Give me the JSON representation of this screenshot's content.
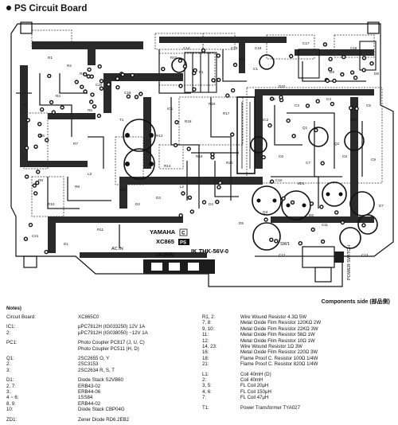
{
  "header": {
    "title": "PS Circuit Board"
  },
  "board": {
    "maker": "YAMAHA",
    "model": "XC865",
    "badge_c": "C",
    "badge_ps": "PS",
    "part_no": "IK THK-56V-0",
    "fuse_label": "2A  250V",
    "power_switch": "POWER SWITCH",
    "ac_label": "AC IN",
    "sw_label": "SW1",
    "labels": [
      "R1",
      "R2",
      "R3",
      "R4",
      "R5",
      "R6",
      "R7",
      "R8",
      "R9",
      "R10",
      "R11",
      "R12",
      "R13",
      "R14",
      "R15",
      "R16",
      "R17",
      "R18",
      "R19",
      "R20",
      "R21",
      "C1",
      "C2",
      "C3",
      "C4",
      "C5",
      "C6",
      "C7",
      "C8",
      "C9",
      "C10",
      "C11",
      "C12",
      "C13",
      "C14",
      "C15",
      "C16",
      "C17",
      "C18",
      "C19",
      "C20",
      "C21",
      "D1",
      "D2",
      "D3",
      "D4",
      "D5",
      "D6",
      "D7",
      "D8",
      "D9",
      "D10",
      "L1",
      "L2",
      "L3",
      "L4",
      "T1",
      "IC1",
      "IC2",
      "PC1",
      "Q1",
      "Q2",
      "Q3",
      "ZD1",
      "F1"
    ]
  },
  "components_side": "Components side (部品側)",
  "notes": {
    "heading": "Notes)",
    "left": [
      {
        "k": "Circuit Board:",
        "v": "XC865C0"
      },
      {
        "gap": true
      },
      {
        "k": "IC1:",
        "v": "μPC7812H (IG033250) 12V 1A"
      },
      {
        "k": "2:",
        "v": "μPC7912H (IG038050) −12V 1A"
      },
      {
        "gap": true
      },
      {
        "k": "PC1:",
        "v": "Photo Coupler PC817 (J, U, C)"
      },
      {
        "k": "",
        "v": "Photo Coupler PC511 (H, D)"
      },
      {
        "gap": true
      },
      {
        "k": "Q1:",
        "v": "2SC2655 O, Y"
      },
      {
        "k": "2:",
        "v": "2SC3153"
      },
      {
        "k": "3:",
        "v": "2SC2634 R, S, T"
      },
      {
        "gap": true
      },
      {
        "k": "D1:",
        "v": "Diode Stack S2VB60"
      },
      {
        "k": "2, 7:",
        "v": "ERB43-02"
      },
      {
        "k": "3:",
        "v": "ERB44-06"
      },
      {
        "k": "4 ~ 6:",
        "v": "1SS84"
      },
      {
        "k": "8, 9:",
        "v": "ERB44-02"
      },
      {
        "k": "10:",
        "v": "Diode Stack CBP04G"
      },
      {
        "gap": true
      },
      {
        "k": "ZD1:",
        "v": "Zener Diode RD6.2EB2"
      }
    ],
    "right": [
      {
        "k": "R1, 2:",
        "v": "Wire Wound Resistor 4.3Ω 5W"
      },
      {
        "k": "7, 8:",
        "v": "Metal Oxide Film Resistor 120KΩ 2W"
      },
      {
        "k": "9, 10:",
        "v": "Metal Oxide Film Resistor 22KΩ 3W"
      },
      {
        "k": "11:",
        "v": "Metal Oxide Film Resistor 56Ω 1W"
      },
      {
        "k": "12:",
        "v": "Metal Oxide Film Resistor 10Ω 1W"
      },
      {
        "k": "14, 23:",
        "v": "Wire Wound Resistor 1Ω 3W"
      },
      {
        "k": "16:",
        "v": "Metal Oxide Film Resistor 220Ω 3W"
      },
      {
        "k": "18:",
        "v": "Flame Proof C. Resistor 100Ω 1/4W"
      },
      {
        "k": "21:",
        "v": "Flame Proof C. Resistor 820Ω 1/4W"
      },
      {
        "gap": true
      },
      {
        "k": "L1:",
        "v": "Coil 40mH (D)"
      },
      {
        "k": "2:",
        "v": "Coil 40mH"
      },
      {
        "k": "3, 5:",
        "v": "FL Coil 20μH"
      },
      {
        "k": "4, 6:",
        "v": "FL Coil 150μH"
      },
      {
        "k": "7:",
        "v": "FL Coil 47μH"
      },
      {
        "gap": true
      },
      {
        "k": "T1:",
        "v": "Power Transformer TYA027"
      }
    ]
  }
}
